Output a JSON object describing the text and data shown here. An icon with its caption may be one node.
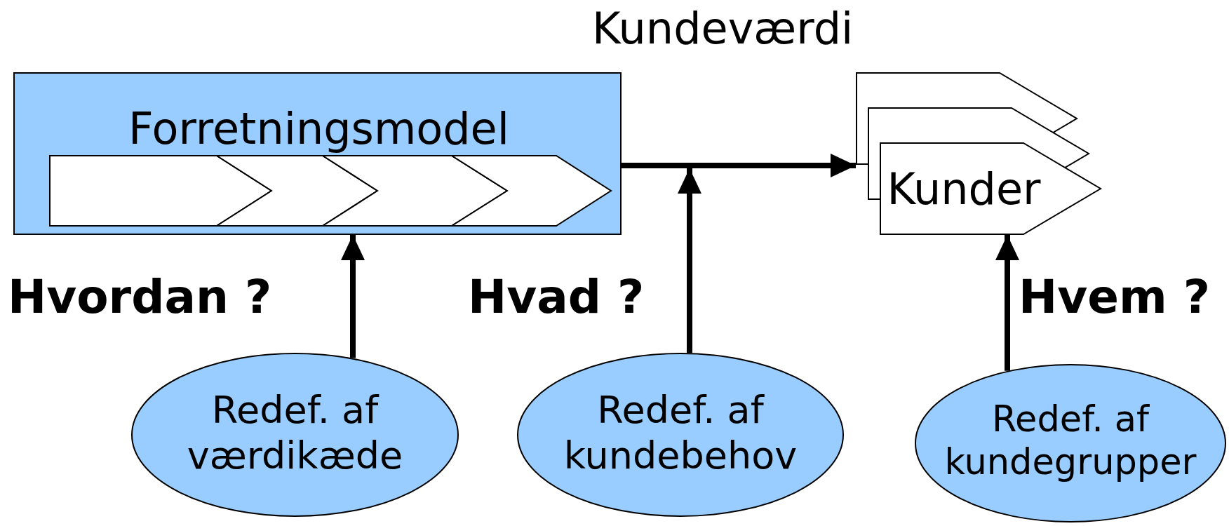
{
  "diagram": {
    "nodes": [
      {
        "text": [
          "Forretningsmodel"
        ]
      },
      {
        "text": [],
        "shape": "chevron",
        "in": 0
      },
      {
        "text": [],
        "shape": "chevron",
        "in": 0
      },
      {
        "text": [],
        "shape": "chevron",
        "in": 0
      },
      {
        "text": [],
        "shape": "chevron",
        "in": 0
      },
      {
        "text": [
          "Kunder"
        ]
      },
      {
        "text": [
          "Redef. af værdikæde"
        ]
      },
      {
        "text": [
          "Redef. af kundebehov"
        ]
      },
      {
        "text": [
          "Redef. af kundegrupper"
        ]
      }
    ],
    "edges": [
      {
        "from": 0,
        "to": 5,
        "arrow": "to"
      },
      {
        "from": 6,
        "to": 0,
        "arrow": "to"
      },
      {
        "from": 7,
        "to": null,
        "arrow": "to"
      },
      {
        "from": 8,
        "to": 5,
        "arrow": "to"
      }
    ],
    "labels": [
      "Kundeværdi",
      "Hvordan ?",
      "Hvad ?",
      "Hvem ?"
    ]
  }
}
